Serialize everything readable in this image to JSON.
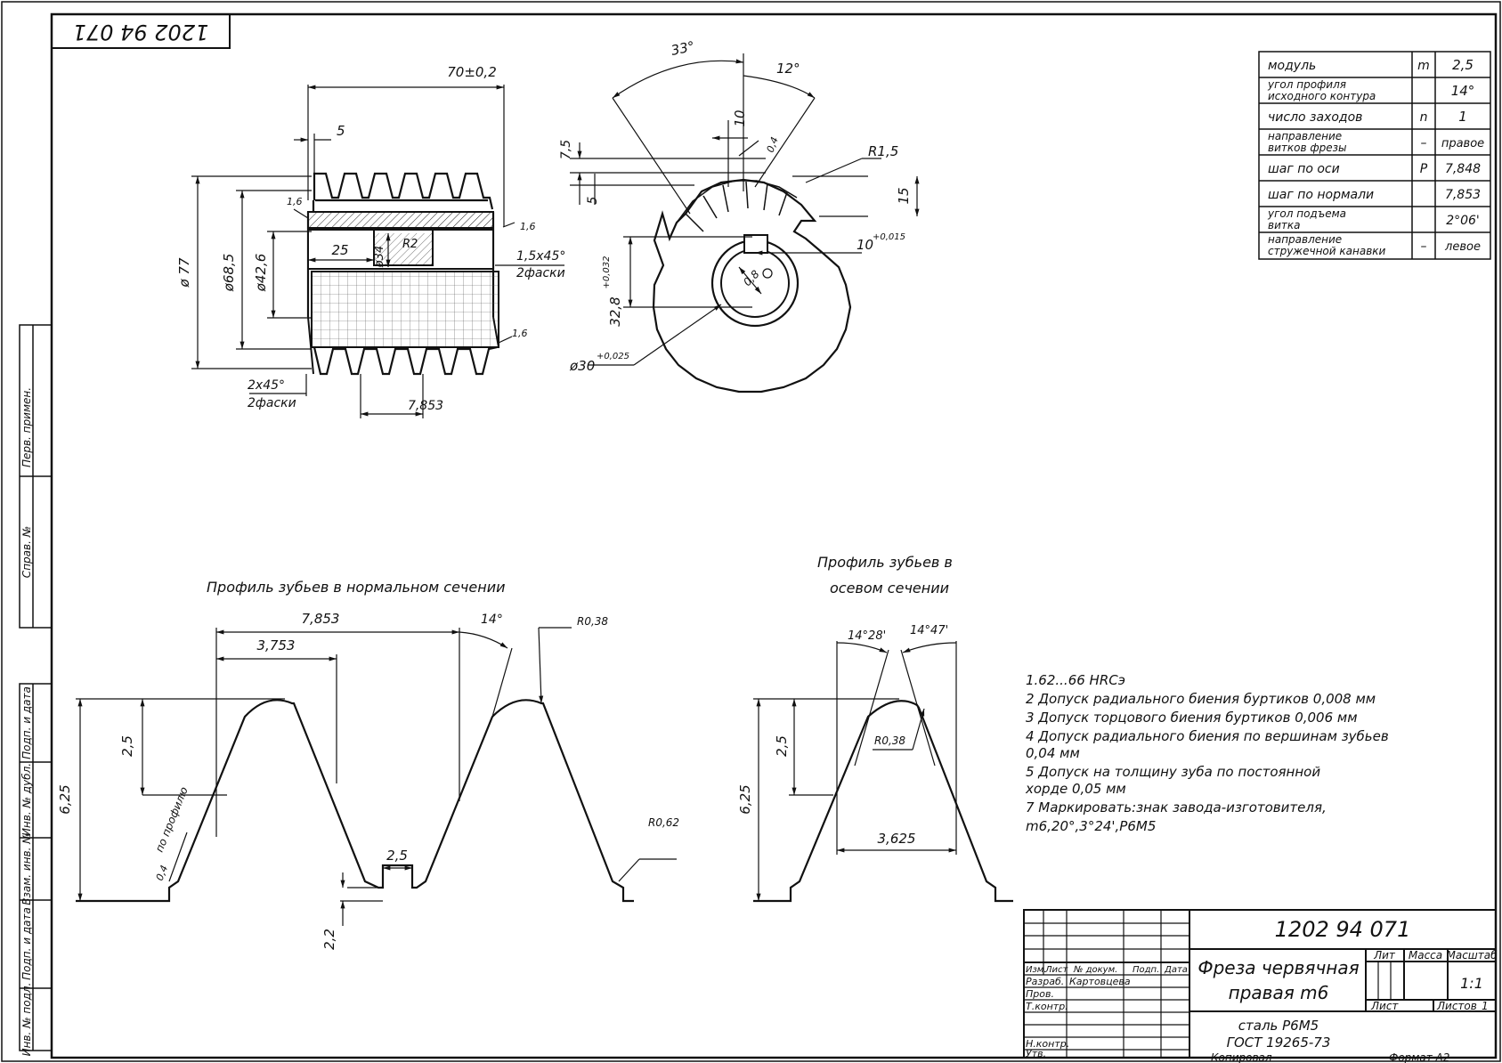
{
  "doc_number_box": "1202 94 071",
  "side_stamps": [
    "Перв. примен.",
    "Справ. №",
    "Подп. и дата",
    "Инв. № дубл.",
    "Взам. инв. №",
    "Подп. и дата",
    "Инв. № подл."
  ],
  "params_table": [
    {
      "name": "модуль",
      "sym": "m",
      "val": "2,5"
    },
    {
      "name": "угол профиля исходного контура",
      "sym": "",
      "val": "14°"
    },
    {
      "name": "число заходов",
      "sym": "n",
      "val": "1"
    },
    {
      "name": "направление витков фрезы",
      "sym": "–",
      "val": "правое"
    },
    {
      "name": "шаг по оси",
      "sym": "P",
      "val": "7,848"
    },
    {
      "name": "шаг по нормали",
      "sym": "",
      "val": "7,853"
    },
    {
      "name": "угол подъема витка",
      "sym": "",
      "val": "2°06'"
    },
    {
      "name": "направление стружечной канавки",
      "sym": "–",
      "val": "левое"
    }
  ],
  "view1_dims": {
    "length": "70±0,2",
    "d5": "5",
    "r16a": "1,6",
    "r16b": "1,6",
    "r16c": "1,6",
    "d77": "ø 77",
    "d685": "ø68,5",
    "d426": "ø42,6",
    "d25": "25",
    "d34": "ø34",
    "r2": "R2",
    "chamfer_right": "1,5x45°",
    "chamfer_right_note": "2фаски",
    "chamfer_left": "2x45°",
    "chamfer_left_note": "2фаски",
    "pitch": "7,853"
  },
  "view2_dims": {
    "ang33": "33°",
    "ang12": "12°",
    "d10": "10",
    "d75": "7,5",
    "d5": "5",
    "d04": "0,4",
    "r15": "R1,5",
    "d15": "15",
    "key10": "10",
    "key10_tol": "+0,015",
    "d32_8": "32,8",
    "d32_8_tol": "+0,032",
    "d0_8": "0,8",
    "d30": "ø30",
    "d30_tol": "+0,025"
  },
  "profile_normal": {
    "title": "Профиль зубьев в нормальном сечении",
    "p7853": "7,853",
    "p3753": "3,753",
    "ang14": "14°",
    "r038": "R0,38",
    "h25": "2,5",
    "h625": "6,25",
    "note_profile": "по профилю",
    "d04": "0,4",
    "w25": "2,5",
    "r062": "R0,62",
    "h22": "2,2"
  },
  "profile_axial": {
    "title_line1": "Профиль зубьев в",
    "title_line2": "осевом сечении",
    "ang1": "14°28'",
    "ang2": "14°47'",
    "r038": "R0,38",
    "h25": "2,5",
    "h625": "6,25",
    "w3625": "3,625"
  },
  "notes": [
    "1.62...66 HRCэ",
    "2 Допуск радиального биения буртиков 0,008 мм",
    "3 Допуск торцового биения буртиков 0,006 мм",
    "4 Допуск радиального биения по вершинам зубьев",
    "   0,04 мм",
    "5 Допуск на толщину зуба по постоянной",
    "   хорде 0,05 мм",
    "7 Маркировать:знак завода-изготовителя,",
    "   m6,20°,3°24',Р6М5"
  ],
  "title_block": {
    "doc_no": "1202 94 071",
    "name_line1": "Фреза червячная",
    "name_line2": "правая m6",
    "material_line1": "сталь Р6М5",
    "material_line2": "ГОСТ 19265-73",
    "col_lit": "Лит",
    "col_mass": "Масса",
    "col_scale": "Масштаб",
    "scale_val": "1:1",
    "sheet": "Лист",
    "sheets": "Листов",
    "sheets_val": "1",
    "row_headers": [
      "Изм.",
      "Лист",
      "№ докум.",
      "Подп.",
      "Дата"
    ],
    "roles": [
      "Разраб.",
      "Пров.",
      "Т.контр.",
      "",
      "Н.контр.",
      "Утв."
    ],
    "developer": "Картовцева",
    "copied": "Копировал",
    "format": "Формат   А2"
  }
}
